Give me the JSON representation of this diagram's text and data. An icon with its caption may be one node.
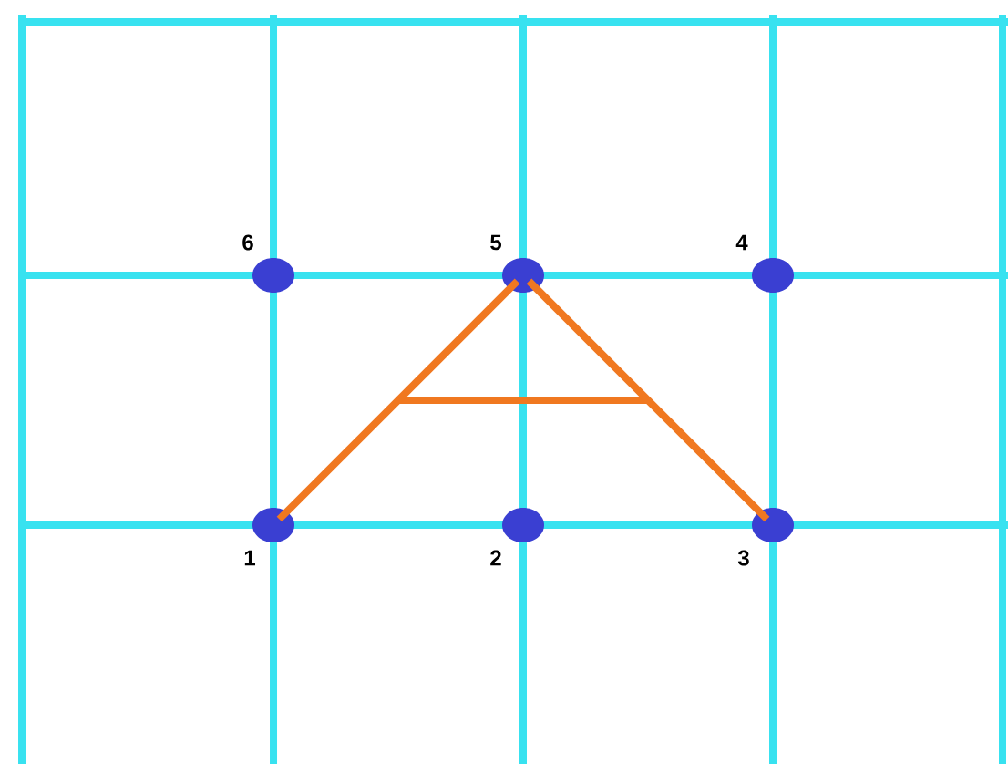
{
  "diagram": {
    "nodes": [
      {
        "text": [],
        "shape": "circle",
        "beside": [
          "6"
        ]
      },
      {
        "text": [],
        "shape": "circle",
        "beside": [
          "5"
        ]
      },
      {
        "text": [],
        "shape": "circle",
        "beside": [
          "4"
        ]
      },
      {
        "text": [],
        "shape": "circle",
        "beside": [
          "1"
        ]
      },
      {
        "text": [],
        "shape": "circle",
        "beside": [
          "2"
        ]
      },
      {
        "text": [],
        "shape": "circle",
        "beside": [
          "3"
        ]
      }
    ],
    "edges": [
      {
        "from": 3,
        "to": 1,
        "arrow": "none"
      },
      {
        "from": 1,
        "to": 5,
        "arrow": "none"
      }
    ]
  }
}
